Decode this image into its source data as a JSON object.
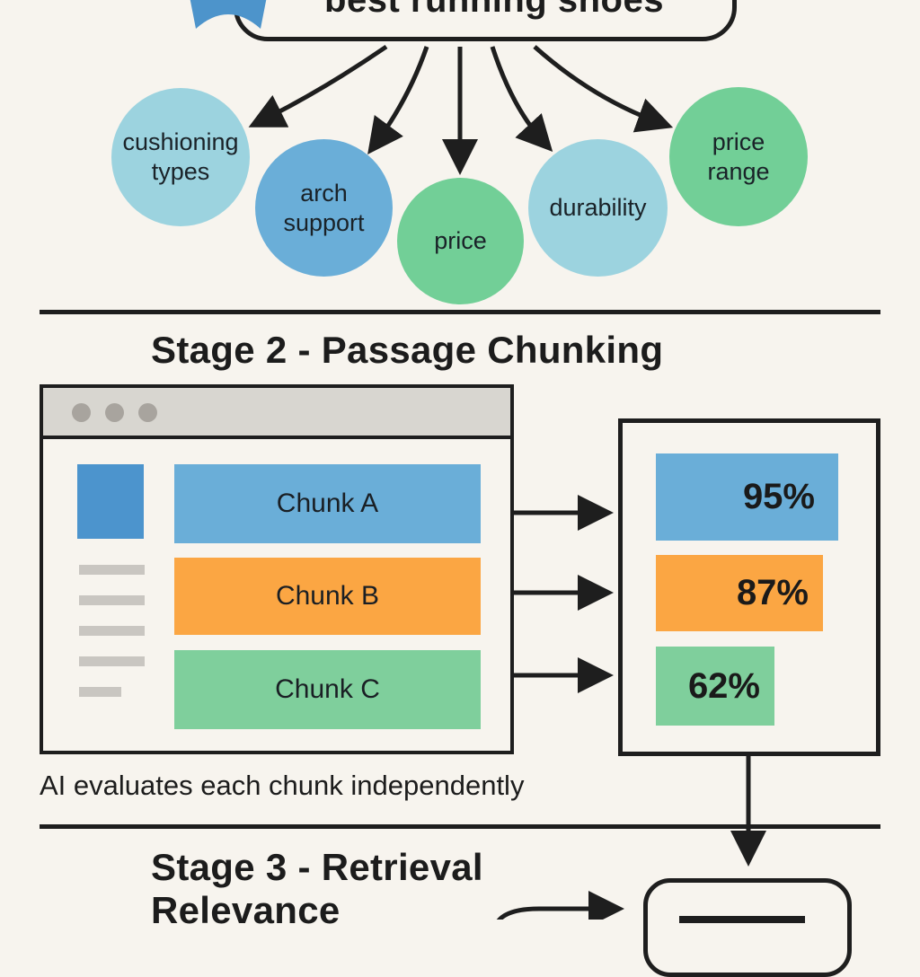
{
  "stage1": {
    "query": "best running shoes",
    "subtopics": [
      {
        "label": "cushioning types",
        "color": "#9cd3df"
      },
      {
        "label": "arch support",
        "color": "#6aaed8"
      },
      {
        "label": "price",
        "color": "#72cf97"
      },
      {
        "label": "durability",
        "color": "#9cd3df"
      },
      {
        "label": "price range",
        "color": "#72cf97"
      }
    ]
  },
  "stage2": {
    "title": "Stage 2 - Passage Chunking",
    "chunks": [
      {
        "label": "Chunk A",
        "color": "#6aaed8",
        "score": "95%",
        "score_value": 95
      },
      {
        "label": "Chunk B",
        "color": "#fba643",
        "score": "87%",
        "score_value": 87
      },
      {
        "label": "Chunk C",
        "color": "#7fcf9c",
        "score": "62%",
        "score_value": 62
      }
    ],
    "caption": "AI evaluates each chunk independently"
  },
  "stage3": {
    "title_line1": "Stage 3 - Retrieval",
    "title_line2": "Relevance"
  },
  "colors": {
    "background": "#f7f4ee",
    "ink": "#1e1e1e",
    "blue": "#6aaed8",
    "orange": "#fba643",
    "green": "#7fcf9c",
    "light_blue": "#9cd3df"
  }
}
